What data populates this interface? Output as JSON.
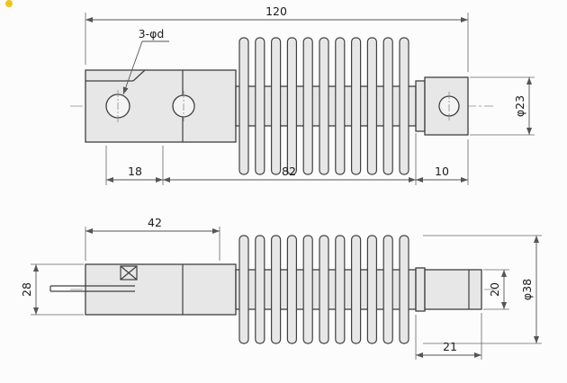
{
  "drawing": {
    "top": {
      "overall_length": "120",
      "holes_label": "3-φd",
      "end_diameter": "φ23",
      "seg_left": "18",
      "seg_mid": "82",
      "seg_right": "10"
    },
    "side": {
      "len_top": "42",
      "height_left": "28",
      "dia_inner": "20",
      "dia_outer": "φ38",
      "len_bottom": "21"
    }
  }
}
